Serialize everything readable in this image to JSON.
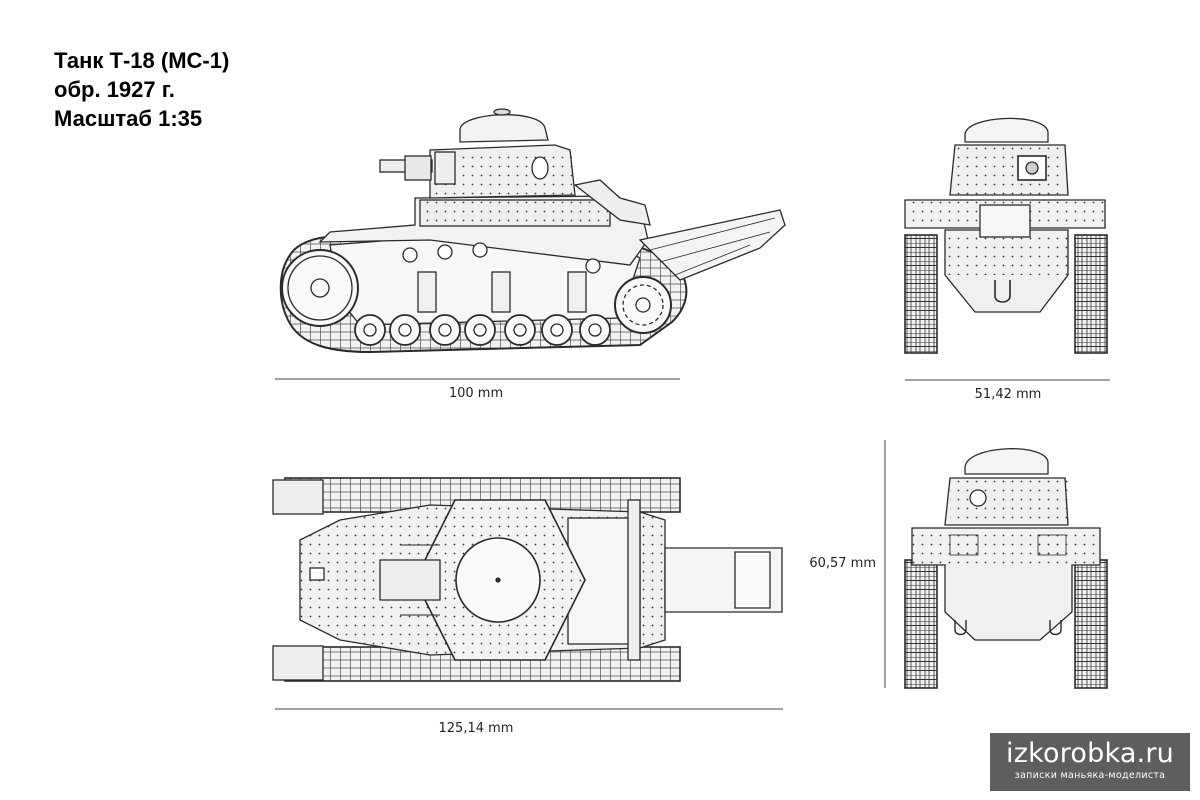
{
  "title": {
    "line1": "Танк Т-18 (МС-1)",
    "line2": "обр. 1927 г.",
    "line3": "Масштаб 1:35"
  },
  "dimensions": {
    "side_length": "100 mm",
    "front_width": "51,42 mm",
    "top_length": "125,14 mm",
    "height": "60,57 mm"
  },
  "watermark": {
    "site": "izkorobka.ru",
    "tagline": "записки маньяка-моделиста"
  },
  "colors": {
    "line": "#2a2a2a",
    "fill": "#f4f4f4",
    "watermark_bg": "#5e5e5e"
  }
}
